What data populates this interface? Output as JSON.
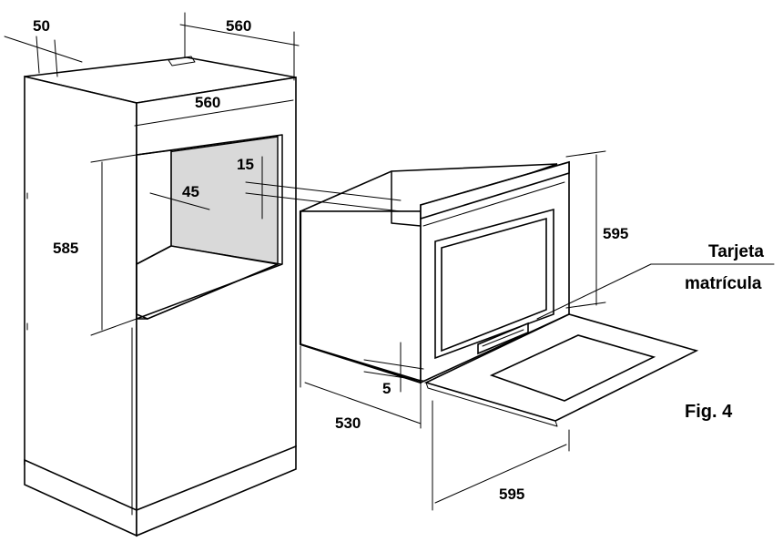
{
  "cabinet": {
    "top_depth": "50",
    "top_width": "560",
    "inner_width": "560",
    "inner_height": "585",
    "side_clearance": "45"
  },
  "oven": {
    "top_gap": "15",
    "height": "595",
    "bottom_gap": "5",
    "depth": "530",
    "width": "595"
  },
  "callout": {
    "line1": "Tarjeta",
    "line2": "matrícula"
  },
  "figure_label": "Fig. 4"
}
